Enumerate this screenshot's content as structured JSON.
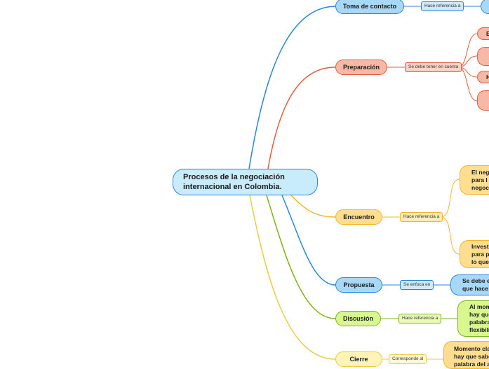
{
  "root": {
    "text": "Procesos de la negociación internacional en Colombia."
  },
  "topics": [
    {
      "id": "toma",
      "label": "Toma de contacto",
      "relation": "Hace referencia a"
    },
    {
      "id": "prep",
      "label": "Preparación",
      "relation": "Se debe tener en cuenta"
    },
    {
      "id": "enc",
      "label": "Encuentro",
      "relation": "Hace referencia a"
    },
    {
      "id": "prop",
      "label": "Propuesta",
      "relation": "Se enfoca en"
    },
    {
      "id": "disc",
      "label": "Discusión",
      "relation": "Hace referencia a"
    },
    {
      "id": "cier",
      "label": "Cierre",
      "relation": "Corresponde al"
    }
  ],
  "leaves": {
    "prep_1": "E",
    "prep_2": "",
    "prep_3": "H",
    "prep_4": "",
    "enc_1": "El neg\npara l\nnegoci",
    "enc_2": "Invest\npara p\nlo que",
    "prop_1": "Se debe e\nque hace",
    "disc_1": "Al mom\nhay que\npalabra\nflexibili",
    "cier_1": "Momento cla\nhay que sabe\npalabra del a"
  },
  "colors": {
    "blue": "#2a86d8",
    "orange": "#e0603a",
    "yellow": "#f2b627",
    "green": "#7cb518",
    "cream": "#eacb43"
  }
}
